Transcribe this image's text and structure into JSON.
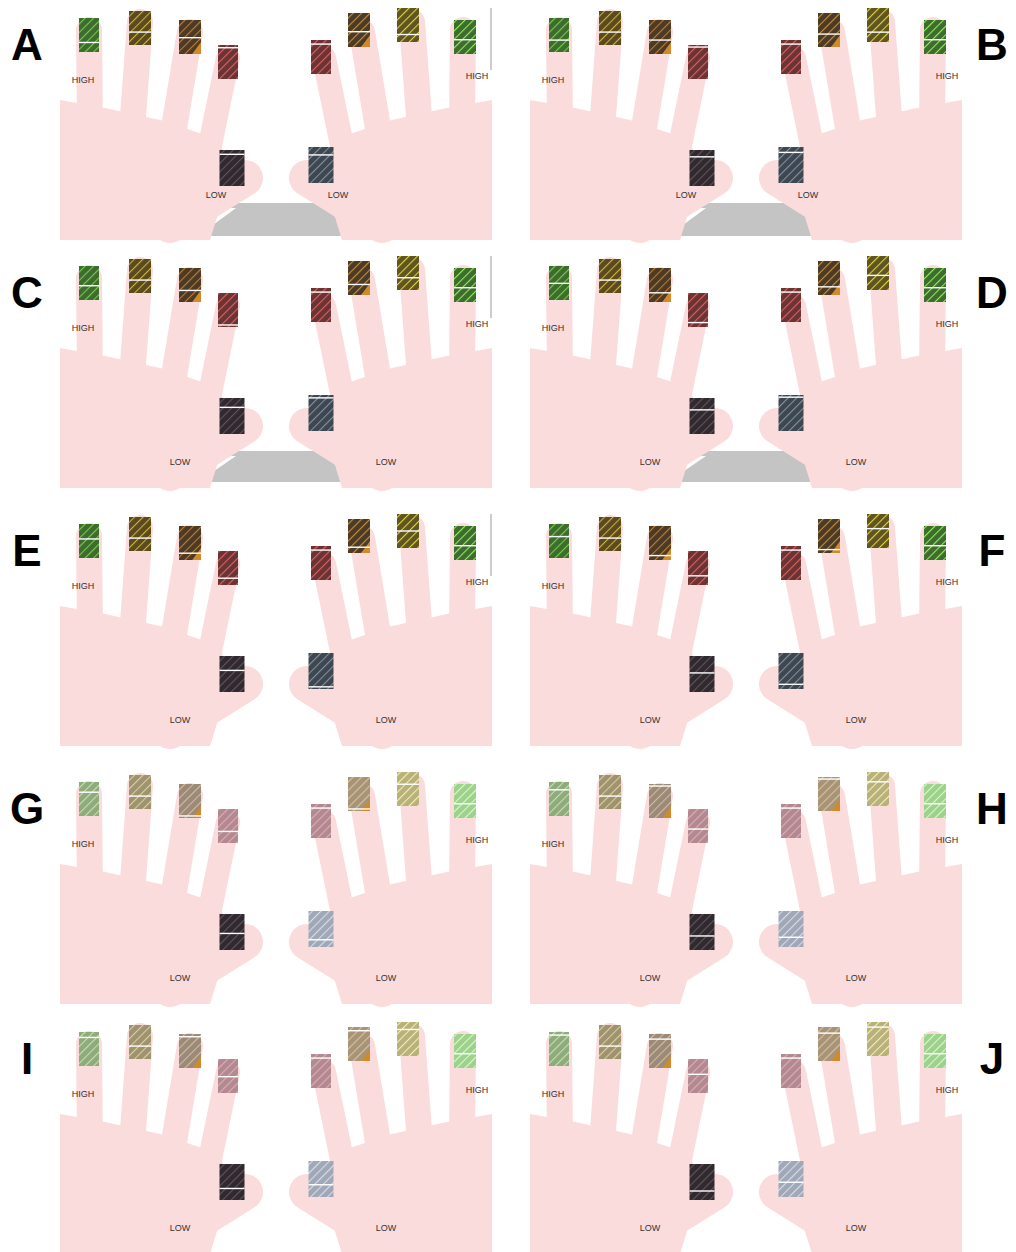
{
  "diagram": {
    "labels": [
      "A",
      "HIGH",
      "HIGH",
      "LOW",
      "LOW",
      "B",
      "HIGH",
      "HIGH",
      "LOW",
      "LOW",
      "C",
      "HIGH",
      "HIGH",
      "LOW",
      "LOW",
      "D",
      "HIGH",
      "HIGH",
      "LOW",
      "LOW",
      "E",
      "HIGH",
      "HIGH",
      "LOW",
      "LOW",
      "F",
      "HIGH",
      "HIGH",
      "LOW",
      "LOW",
      "G",
      "HIGH",
      "HIGH",
      "LOW",
      "LOW",
      "H",
      "HIGH",
      "HIGH",
      "LOW",
      "LOW",
      "I",
      "HIGH",
      "HIGH",
      "LOW",
      "LOW",
      "J",
      "HIGH",
      "HIGH",
      "LOW",
      "LOW"
    ]
  }
}
